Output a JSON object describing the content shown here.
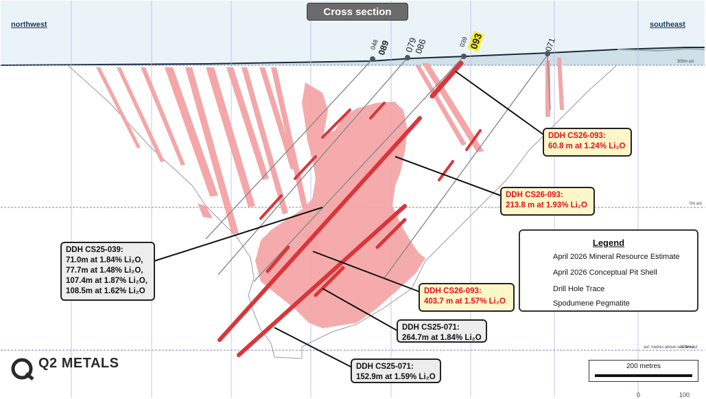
{
  "title": "Cross section",
  "directions": {
    "left": "northwest",
    "right": "southeast"
  },
  "elevation_labels": {
    "top": "300m asl",
    "middle": "0m asl",
    "bottom": "-300m asl"
  },
  "asl_note": "asl: metres above sea level",
  "hole_labels": {
    "h048": "048",
    "h089": "089",
    "h079": "079",
    "h086": "086",
    "h039": "039",
    "h093": "093",
    "h071": "071"
  },
  "callouts": {
    "c1": {
      "l1": "DDH CS26-093:",
      "l2": "60.8 m at 1.24% Li₂O"
    },
    "c2": {
      "l1": "DDH CS26-093:",
      "l2": "213.8 m at 1.93% Li₂O"
    },
    "c3": {
      "l1": "DDH CS26-093:",
      "l2": "403.7 m at 1.57% Li₂O"
    },
    "c4": {
      "l1": "DDH CS25-039:",
      "l2": "71.0m at 1.84% Li₂O,",
      "l3": "77.7m at 1.48% Li₂O,",
      "l4": "107.4m at 1.87% Li₂O,",
      "l5": "108.5m at 1.62% Li₂O"
    },
    "c5": {
      "l1": "DDH CS25-071:",
      "l2": "264.7m at 1.84% Li₂O"
    },
    "c6": {
      "l1": "DDH CS25-071:",
      "l2": "152.9m at 1.59% Li₂O"
    }
  },
  "legend": {
    "title": "Legend",
    "items": [
      "April 2026 Mineral Resource Estimate",
      "April 2026 Conceptual Pit Shell",
      "Drill Hole Trace",
      "Spodumene Pegmatite"
    ]
  },
  "logo": {
    "text": "Q2 METALS"
  },
  "scale": {
    "label": "200 metres",
    "tick0": "0",
    "tick100": "100"
  },
  "colors": {
    "resource": "#f4a6a8",
    "pegmatite": "#d9363b",
    "drill": "#8a8a8a",
    "sky": "#eaf4f8",
    "callout_yellow": "#fdf6c8",
    "callout_red_text": "#e3121b",
    "highlight": "#f7ef2a"
  }
}
